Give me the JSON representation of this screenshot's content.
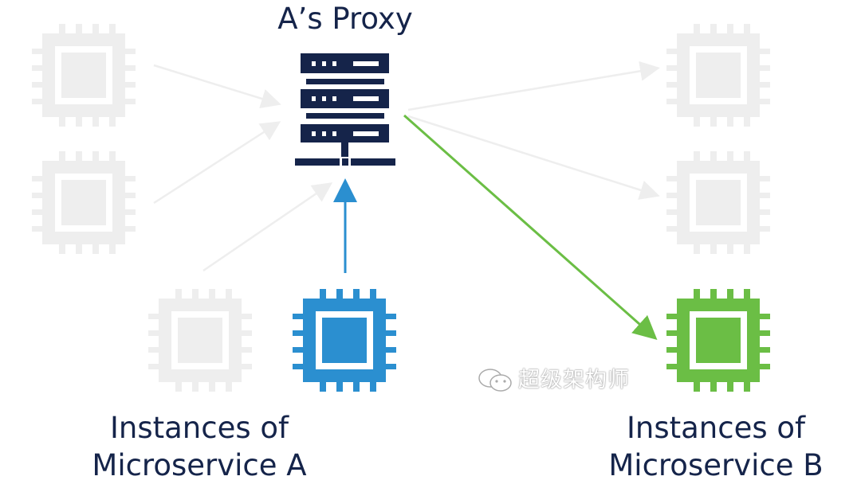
{
  "proxy": {
    "title": "A’s Proxy",
    "icon": "server-icon",
    "color": "#15244a"
  },
  "groups": {
    "a": {
      "line1": "Instances of",
      "line2": "Microservice A",
      "color": "#2b8fd0"
    },
    "b": {
      "line1": "Instances of",
      "line2": "Microservice B",
      "color": "#6bbe45"
    }
  },
  "inactive_color": "#eeeeee",
  "watermark": {
    "text": "超级架构师",
    "icon": "wechat-icon"
  }
}
